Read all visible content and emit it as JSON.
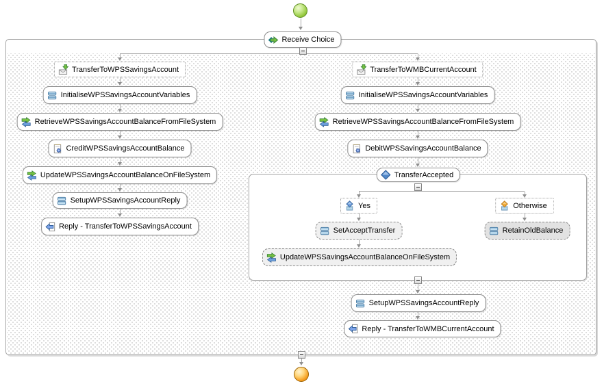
{
  "diagram_type": "bpel-process-flow",
  "nodes": {
    "receive_choice": "Receive Choice",
    "left": {
      "header": "TransferToWPSSavingsAccount",
      "initialise": "InitialiseWPSSavingsAccountVariables",
      "retrieve": "RetrieveWPSSavingsAccountBalanceFromFileSystem",
      "credit": "CreditWPSSavingsAccountBalance",
      "update": "UpdateWPSSavingsAccountBalanceOnFileSystem",
      "setup_reply": "SetupWPSSavingsAccountReply",
      "reply": "Reply - TransferToWPSSavingsAccount"
    },
    "right": {
      "header": "TransferToWMBCurrentAccount",
      "initialise": "InitialiseWPSSavingsAccountVariables",
      "retrieve": "RetrieveWPSSavingsAccountBalanceFromFileSystem",
      "debit": "DebitWPSSavingsAccountBalance",
      "switch": {
        "label": "TransferAccepted",
        "case_yes": {
          "label": "Yes",
          "set_accept": "SetAcceptTransfer",
          "update": "UpdateWPSSavingsAccountBalanceOnFileSystem"
        },
        "case_otherwise": {
          "label": "Otherwise",
          "retain": "RetainOldBalance"
        }
      },
      "setup_reply": "SetupWPSSavingsAccountReply",
      "reply": "Reply - TransferToWMBCurrentAccount"
    }
  },
  "icons": {
    "start": "green-ball-start",
    "end": "orange-ball-end",
    "pick": "teal-diamond-green-arrow",
    "receive": "envelope-green-arrow",
    "assign": "two-blue-bars",
    "invoke": "green-blue-exchange-arrows",
    "snippet": "document-with-blue-gear",
    "reply": "document-with-blue-left-arrow",
    "choice": "blue-diamond",
    "case": "blue-diamond-over-envelope",
    "otherwise": "orange-diamond-over-envelope",
    "collapse": "minus-box"
  },
  "colors": {
    "start_node": "#94c83d",
    "end_node": "#f59d1e",
    "connector": "#a6a6a6",
    "node_border": "#8f8f8f",
    "canvas_dots": "#d2d2d2",
    "assign_fill": "#cde7f6",
    "invoke_green": "#76c043",
    "invoke_blue": "#6b9ddb",
    "choice_blue": "#5188c8",
    "otherwise_orange": "#f0a832"
  }
}
